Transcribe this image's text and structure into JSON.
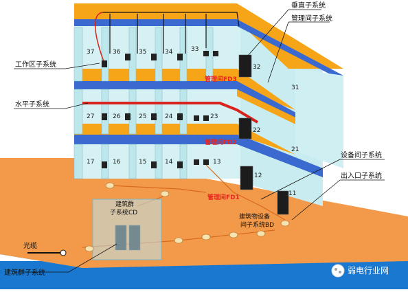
{
  "labels": {
    "vertical": "垂直子系统",
    "telecom_room_sys": "管理间子系统",
    "work_area": "工作区子系统",
    "horizontal": "水平子系统",
    "equipment_room_sys": "设备间子系统",
    "entrance": "出入口子系统",
    "fiber": "光缆",
    "campus": "建筑群子系统"
  },
  "telecom_rooms": {
    "fd3": "管理间FD3",
    "fd2": "管理间FD2",
    "fd1": "管理间FD1"
  },
  "campus_box": {
    "line1": "建筑群",
    "line2": "子系统CD"
  },
  "building_equipment": {
    "line1": "建筑物设备",
    "line2": "间子系统BD"
  },
  "rooms": {
    "floor3": [
      "37",
      "36",
      "35",
      "34",
      "33",
      "32",
      "31"
    ],
    "floor2": [
      "27",
      "26",
      "25",
      "24",
      "23",
      "22",
      "21"
    ],
    "floor1": [
      "17",
      "16",
      "15",
      "14",
      "13",
      "12",
      "11"
    ]
  },
  "watermark": "弱电行业网",
  "colors": {
    "floor": "#f7a518",
    "ground": "#f29a4a",
    "water": "#1a78d0",
    "wall": "#bde7ea",
    "cable_red": "#d8241c"
  }
}
